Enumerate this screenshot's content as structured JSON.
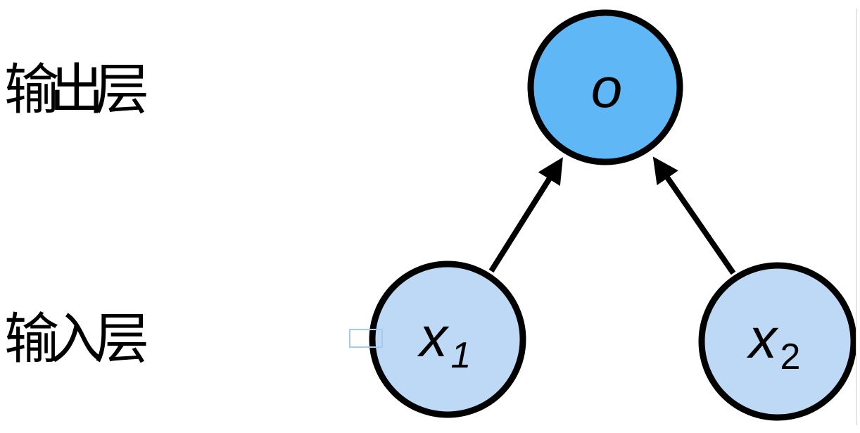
{
  "figure": {
    "layer_labels": {
      "output": "输出层",
      "input": "输入层"
    },
    "nodes": {
      "output": {
        "label": "o"
      },
      "input1": {
        "base": "x",
        "sub": "1"
      },
      "input2": {
        "base": "x",
        "sub": "2"
      }
    },
    "edges": [
      {
        "from": "input1",
        "to": "output"
      },
      {
        "from": "input2",
        "to": "output"
      }
    ],
    "colors": {
      "output_node_fill": "#60b7f5",
      "input_node_fill": "#bed9f6",
      "node_stroke": "#000000",
      "arrow": "#000000",
      "selection_box_border": "#a5cbec",
      "background": "#ffffff"
    }
  }
}
